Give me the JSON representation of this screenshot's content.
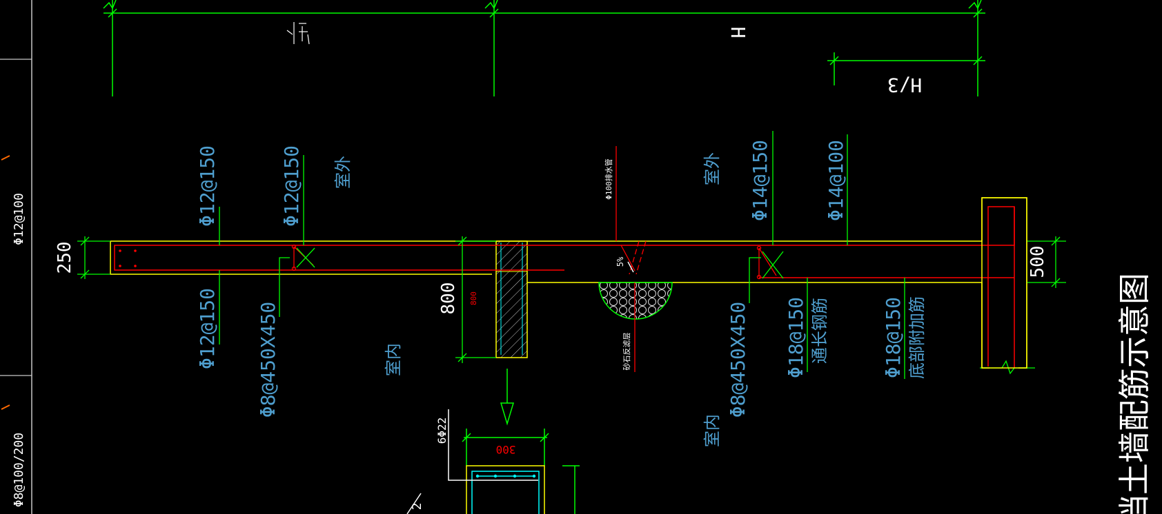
{
  "colors": {
    "background": "#000000",
    "dimension": "#00ff00",
    "rebar": "#ff0000",
    "outline": "#ffff00",
    "text_blue": "#4f9fcf",
    "text_white": "#ffffff",
    "grid_white": "#c8c8c8",
    "orange": "#ff6a00"
  },
  "labels": {
    "h_top": "H",
    "h_third": "H/3",
    "left_top": "Φ12@100",
    "left_bottom": "Φ8@100/200",
    "dim_250": "250",
    "dim_800": "800",
    "dim_800_red": "800",
    "dim_500": "500",
    "dim_300": "300",
    "top_bar_1": "Φ12@150",
    "top_bar_2": "Φ12@150",
    "top_bar_3": "Φ14@150",
    "top_bar_4": "Φ14@100",
    "bot_bar_1": "Φ12@150",
    "bot_bar_2": "Φ8@450X450",
    "bot_bar_3": "Φ8@450X450",
    "bot_bar_4": "Φ18@150",
    "bot_bar_4_note": "通长钢筋",
    "bot_bar_5": "Φ18@150",
    "bot_bar_5_note": "底部附加筋",
    "outdoor_1": "室外",
    "outdoor_2": "室外",
    "indoor_1": "室内",
    "indoor_2": "室内",
    "drain_pipe": "Φ100排水管",
    "gravel": "砂石反滤层",
    "slope": "5%",
    "beam_bars": "6Φ22",
    "small_digit": "2",
    "title": "挡土墙配筋示意图"
  }
}
